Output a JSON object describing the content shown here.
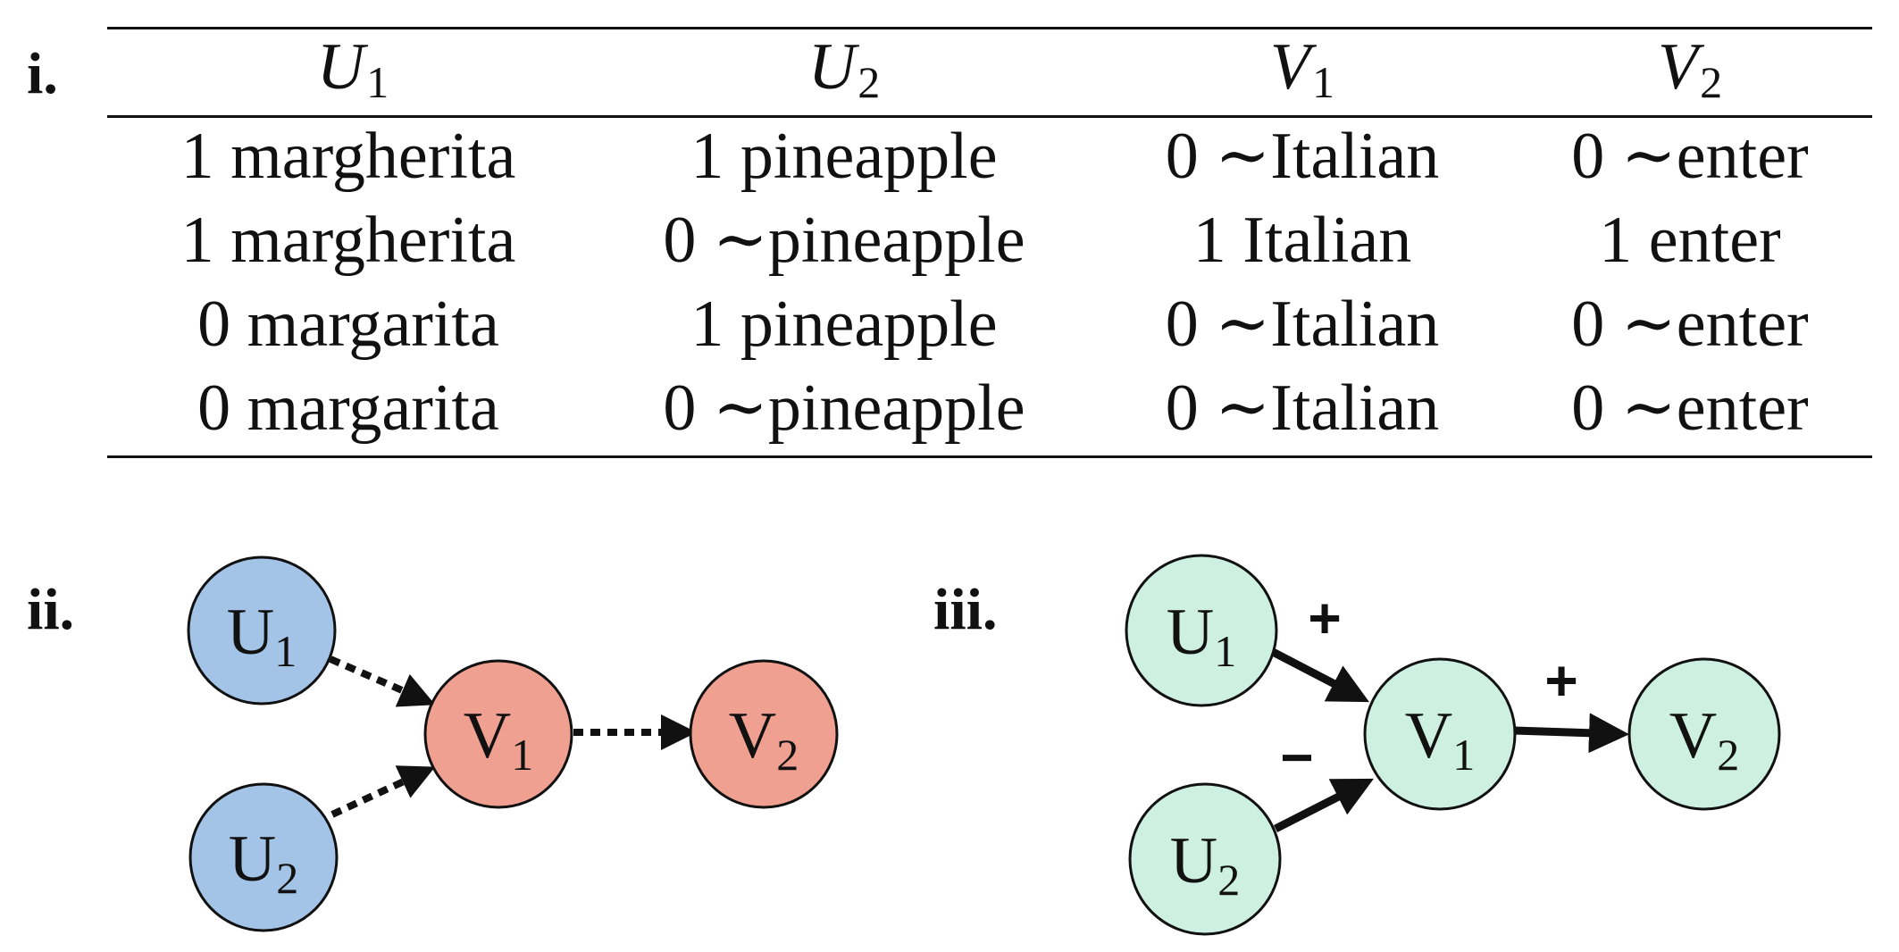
{
  "panels": {
    "i": "i.",
    "ii": "ii.",
    "iii": "iii."
  },
  "table": {
    "headers": [
      {
        "letter": "U",
        "sub": "1"
      },
      {
        "letter": "U",
        "sub": "2"
      },
      {
        "letter": "V",
        "sub": "1"
      },
      {
        "letter": "V",
        "sub": "2"
      }
    ],
    "rows": [
      [
        "1 margherita",
        "1 pineapple",
        "0 ∼Italian",
        "0 ∼enter"
      ],
      [
        "1 margherita",
        "0 ∼pineapple",
        "1 Italian",
        "1 enter"
      ],
      [
        "0 margarita",
        "1 pineapple",
        "0 ∼Italian",
        "0 ∼enter"
      ],
      [
        "0 margarita",
        "0 ∼pineapple",
        "0 ∼Italian",
        "0 ∼enter"
      ]
    ]
  },
  "graph_ii": {
    "nodes": [
      {
        "letter": "U",
        "sub": "1",
        "fill": "#a3c4e7"
      },
      {
        "letter": "U",
        "sub": "2",
        "fill": "#a3c4e7"
      },
      {
        "letter": "V",
        "sub": "1",
        "fill": "#f0a091"
      },
      {
        "letter": "V",
        "sub": "2",
        "fill": "#f0a091"
      }
    ],
    "edges": [
      {
        "from": "U1",
        "to": "V1",
        "style": "dotted"
      },
      {
        "from": "U2",
        "to": "V1",
        "style": "dotted"
      },
      {
        "from": "V1",
        "to": "V2",
        "style": "dotted"
      }
    ]
  },
  "graph_iii": {
    "nodes": [
      {
        "letter": "U",
        "sub": "1",
        "fill": "#cdf0e3"
      },
      {
        "letter": "U",
        "sub": "2",
        "fill": "#cdf0e3"
      },
      {
        "letter": "V",
        "sub": "1",
        "fill": "#cdf0e3"
      },
      {
        "letter": "V",
        "sub": "2",
        "fill": "#cdf0e3"
      }
    ],
    "edges": [
      {
        "from": "U1",
        "to": "V1",
        "style": "solid",
        "sign": "+"
      },
      {
        "from": "U2",
        "to": "V1",
        "style": "solid",
        "sign": "−"
      },
      {
        "from": "V1",
        "to": "V2",
        "style": "solid",
        "sign": "+"
      }
    ]
  },
  "colors": {
    "stroke": "#111111",
    "blue_node": "#a3c4e7",
    "red_node": "#f0a091",
    "green_node": "#cdf0e3"
  }
}
